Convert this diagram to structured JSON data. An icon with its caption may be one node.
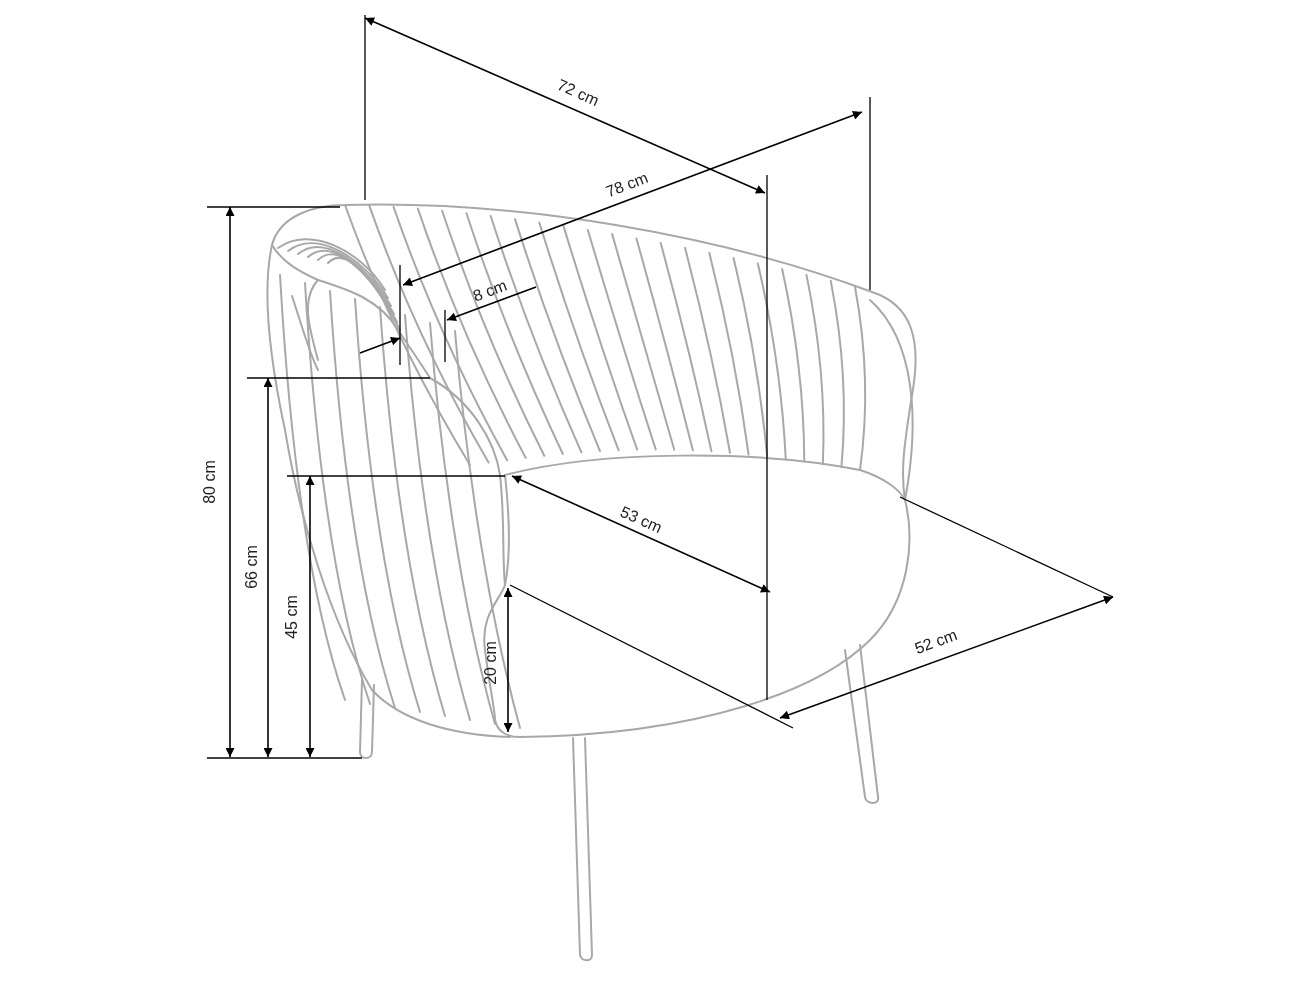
{
  "diagram": {
    "labels": [
      "72 cm",
      "78 cm",
      "8 cm",
      "80 cm",
      "66 cm",
      "45 cm",
      "53 cm",
      "20 cm",
      "52 cm"
    ]
  }
}
